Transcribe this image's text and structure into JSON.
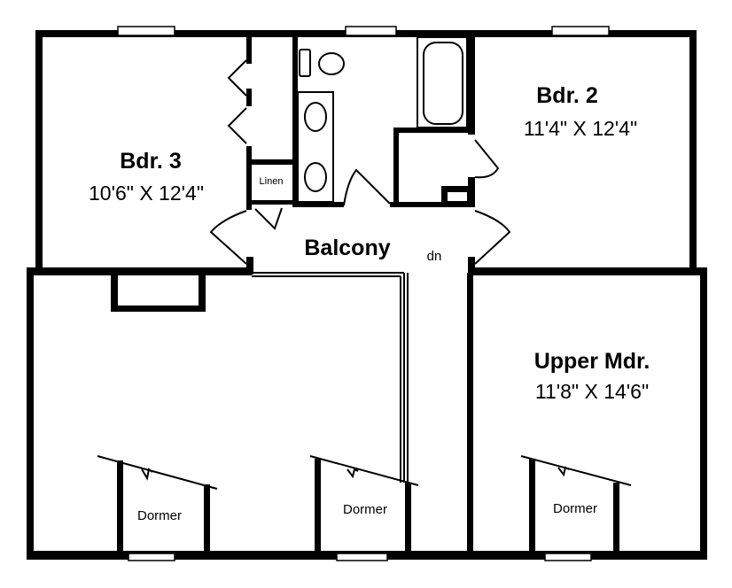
{
  "rooms": {
    "bdr3": {
      "name": "Bdr. 3",
      "size": "10'6\" X 12'4\""
    },
    "bdr2": {
      "name": "Bdr. 2",
      "size": "11'4\" X 12'4\""
    },
    "upper_mdr": {
      "name": "Upper Mdr.",
      "size": "11'8\" X 14'6\""
    },
    "balcony": {
      "name": "Balcony"
    },
    "linen": {
      "name": "Linen"
    },
    "stair": {
      "label": "dn"
    },
    "dormers": [
      "Dormer",
      "Dormer",
      "Dormer"
    ]
  },
  "colors": {
    "line": "#000000",
    "background": "#ffffff"
  }
}
